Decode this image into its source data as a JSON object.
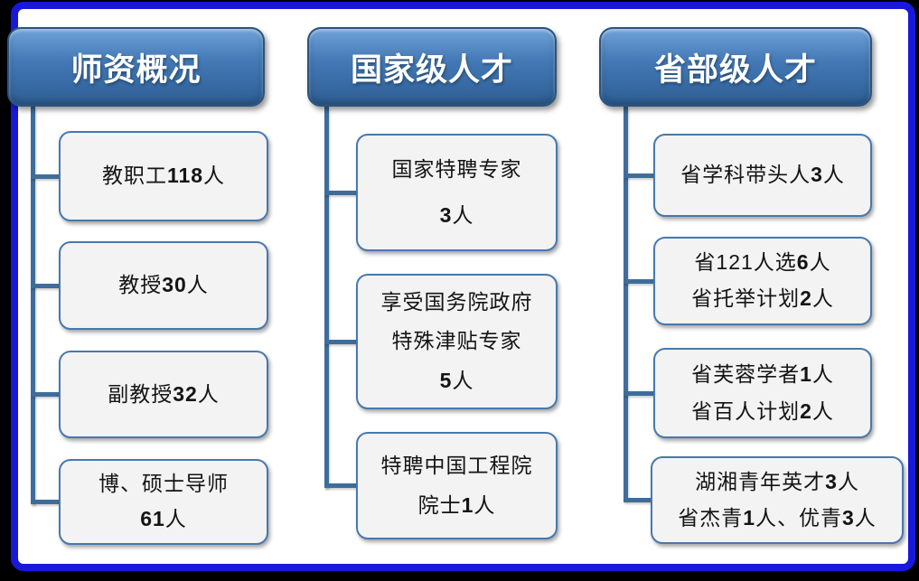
{
  "palette": {
    "page_bg": "#000000",
    "canvas_fill": "#ffffff",
    "frame_border": "#1818db",
    "header_top": "#6fa2d7",
    "header_mid": "#4379b6",
    "header_bottom": "#2e5e94",
    "header_border": "#2a5480",
    "header_text": "#ffffff",
    "item_fill": "#f3f3f3",
    "item_border": "#4878ae",
    "item_text": "#141414",
    "connector": "#3e6d9c"
  },
  "columns": [
    {
      "header": "师资概况",
      "items": [
        {
          "lines": [
            [
              {
                "t": "教职工"
              },
              {
                "t": "118"
              },
              {
                "t": "人"
              }
            ]
          ]
        },
        {
          "lines": [
            [
              {
                "t": "教授"
              },
              {
                "t": "30"
              },
              {
                "t": "人"
              }
            ]
          ]
        },
        {
          "lines": [
            [
              {
                "t": "副教授"
              },
              {
                "t": "32"
              },
              {
                "t": "人"
              }
            ]
          ]
        },
        {
          "lines": [
            [
              {
                "t": "博、硕士导师"
              }
            ],
            [
              {
                "t": "61"
              },
              {
                "t": "人"
              }
            ]
          ]
        }
      ]
    },
    {
      "header": "国家级人才",
      "items": [
        {
          "lines": [
            [
              {
                "t": "国家特聘专家"
              }
            ],
            [
              {
                "t": "3"
              },
              {
                "t": "人"
              }
            ]
          ]
        },
        {
          "lines": [
            [
              {
                "t": "享受国务院政府"
              }
            ],
            [
              {
                "t": "特殊津贴专家"
              }
            ],
            [
              {
                "t": "5"
              },
              {
                "t": "人"
              }
            ]
          ]
        },
        {
          "lines": [
            [
              {
                "t": "特聘中国工程院"
              }
            ],
            [
              {
                "t": "院士"
              },
              {
                "t": "1"
              },
              {
                "t": "人"
              }
            ]
          ]
        }
      ]
    },
    {
      "header": "省部级人才",
      "items": [
        {
          "lines": [
            [
              {
                "t": "省学科带头人"
              },
              {
                "t": "3"
              },
              {
                "t": "人"
              }
            ]
          ]
        },
        {
          "lines": [
            [
              {
                "t": "省121人选"
              },
              {
                "t": "6"
              },
              {
                "t": "人"
              }
            ],
            [
              {
                "t": "省托举计划"
              },
              {
                "t": "2"
              },
              {
                "t": "人"
              }
            ]
          ]
        },
        {
          "lines": [
            [
              {
                "t": "省芙蓉学者"
              },
              {
                "t": "1"
              },
              {
                "t": "人"
              }
            ],
            [
              {
                "t": "省百人计划"
              },
              {
                "t": "2"
              },
              {
                "t": "人"
              }
            ]
          ]
        },
        {
          "lines": [
            [
              {
                "t": "湖湘青年英才"
              },
              {
                "t": "3"
              },
              {
                "t": "人"
              }
            ],
            [
              {
                "t": "省杰青"
              },
              {
                "t": "1"
              },
              {
                "t": "人、优青"
              },
              {
                "t": "3"
              },
              {
                "t": "人"
              }
            ]
          ]
        }
      ]
    }
  ]
}
